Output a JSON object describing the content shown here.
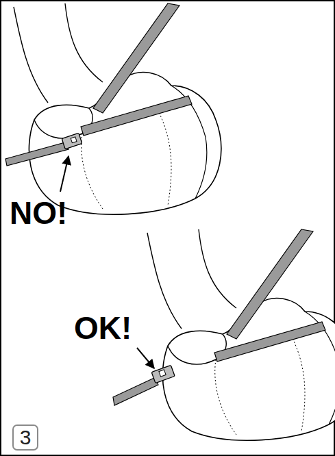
{
  "diagram": {
    "nodes": [
      {
        "text": [
          "3"
        ]
      }
    ],
    "labels": [
      "NO!",
      "OK!"
    ]
  }
}
